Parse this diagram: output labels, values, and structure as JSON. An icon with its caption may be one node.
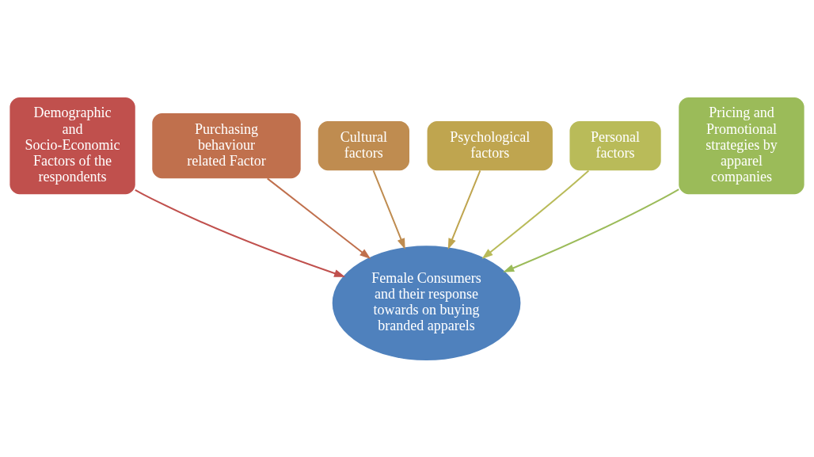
{
  "diagram": {
    "nodes": [
      {
        "text": [
          "Female Consumers and their response towards on buying branded apparels"
        ]
      },
      {
        "text": [
          "Demographic and Socio-Economic Factors of the respondents"
        ]
      },
      {
        "text": [
          "Purchasing behaviour related Factor"
        ]
      },
      {
        "text": [
          "Cultural factors"
        ]
      },
      {
        "text": [
          "Psychological factors"
        ]
      },
      {
        "text": [
          "Personal factors"
        ]
      },
      {
        "text": [
          "Pricing and Promotional strategies by apparel companies"
        ]
      }
    ],
    "edges": [
      {
        "from": 1,
        "to": 0,
        "arrow": "to",
        "color": "#c0504d"
      },
      {
        "from": 2,
        "to": 0,
        "arrow": "to",
        "color": "#c0704d"
      },
      {
        "from": 3,
        "to": 0,
        "arrow": "to",
        "color": "#bf8c50"
      },
      {
        "from": 4,
        "to": 0,
        "arrow": "to",
        "color": "#bfa54f"
      },
      {
        "from": 5,
        "to": 0,
        "arrow": "to",
        "color": "#b9bb59"
      },
      {
        "from": 6,
        "to": 0,
        "arrow": "to",
        "color": "#9bbb59"
      }
    ]
  }
}
